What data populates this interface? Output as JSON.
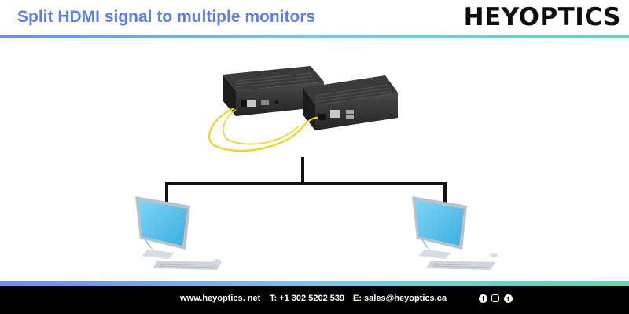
{
  "header": {
    "title": "Split HDMI signal to multiple monitors",
    "logo": "HEYOPTICS"
  },
  "footer": {
    "website": "www.heyoptics. net",
    "phone": "T: +1 302 5202 539",
    "email": "E: sales@heyoptics.ca",
    "social_icons": [
      "facebook-icon",
      "instagram-icon",
      "twitter-icon"
    ]
  },
  "colors": {
    "title": "#5b7df0",
    "accent_gradient": [
      "#6e8cf0",
      "#7bc6e8",
      "#5fd8b5"
    ],
    "fiber": "#f2d21b",
    "device": "#2b2b2b",
    "screen": "#4fc3ee"
  }
}
